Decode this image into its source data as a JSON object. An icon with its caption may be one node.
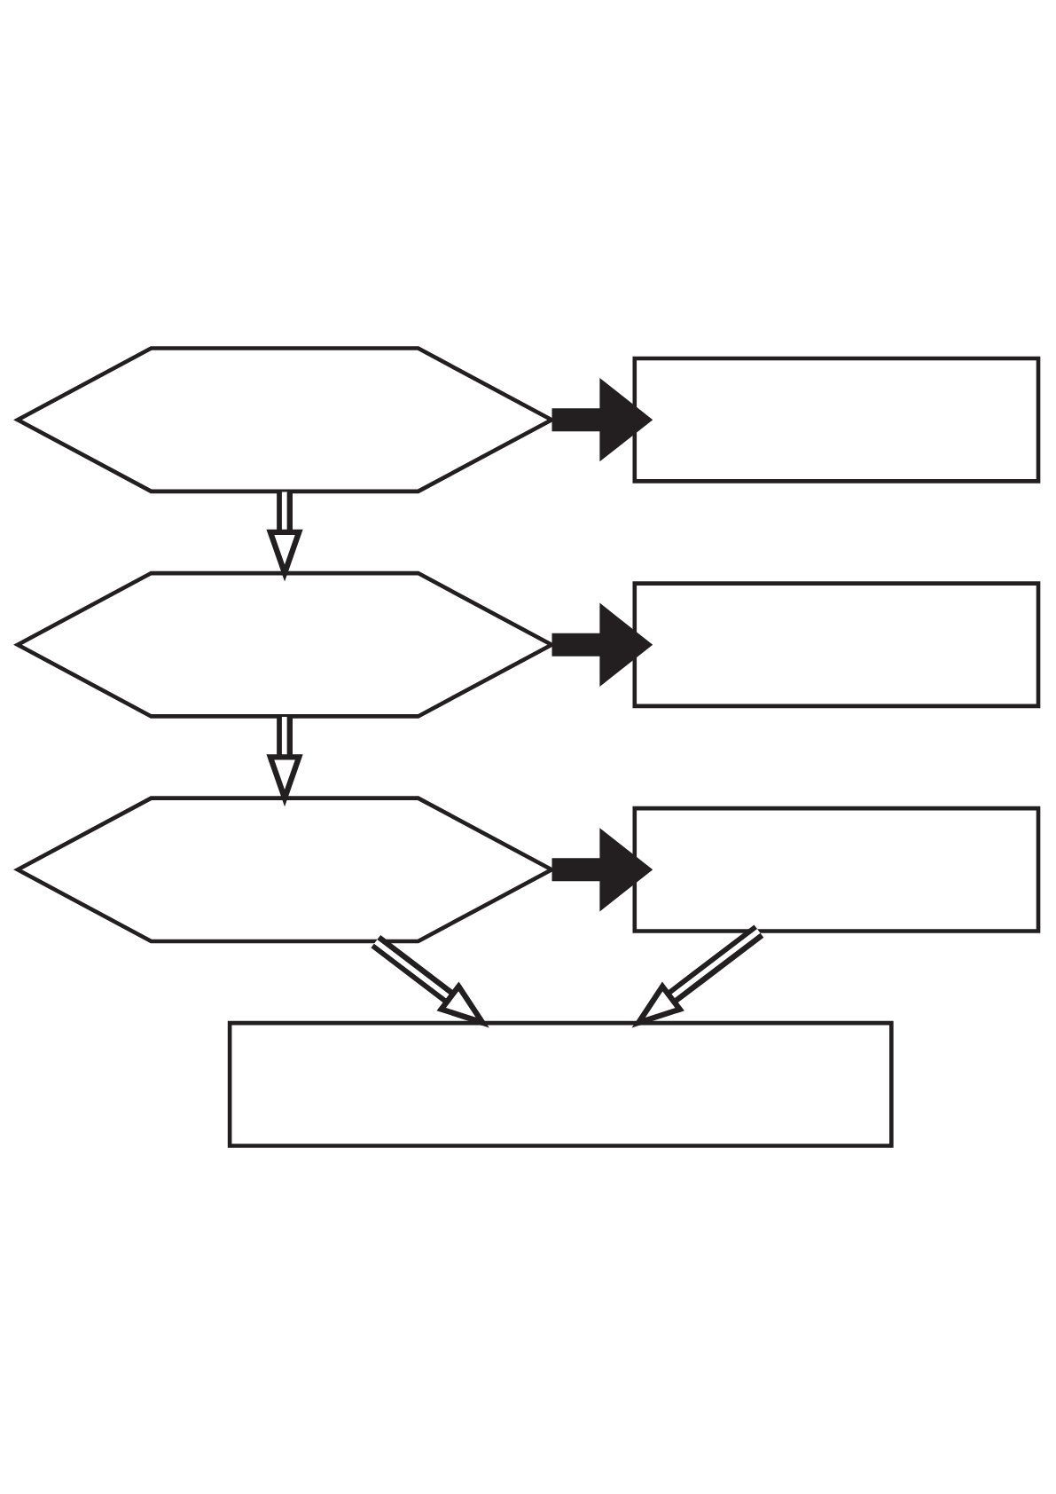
{
  "diagram": {
    "nodes": [
      {
        "text": [],
        "shape": "hexagon"
      },
      {
        "text": [],
        "shape": "box"
      },
      {
        "text": [],
        "shape": "hexagon"
      },
      {
        "text": [],
        "shape": "box"
      },
      {
        "text": [],
        "shape": "hexagon"
      },
      {
        "text": [],
        "shape": "box"
      },
      {
        "text": [],
        "shape": "box"
      }
    ],
    "edges": [
      {
        "from": 0,
        "to": 1,
        "arrow": "to",
        "style": "thick"
      },
      {
        "from": 0,
        "to": 2,
        "arrow": "to"
      },
      {
        "from": 2,
        "to": 3,
        "arrow": "to",
        "style": "thick"
      },
      {
        "from": 2,
        "to": 4,
        "arrow": "to"
      },
      {
        "from": 4,
        "to": 5,
        "arrow": "to",
        "style": "thick"
      },
      {
        "from": 4,
        "to": 6,
        "arrow": "to"
      },
      {
        "from": 5,
        "to": 6,
        "arrow": "to"
      }
    ]
  }
}
